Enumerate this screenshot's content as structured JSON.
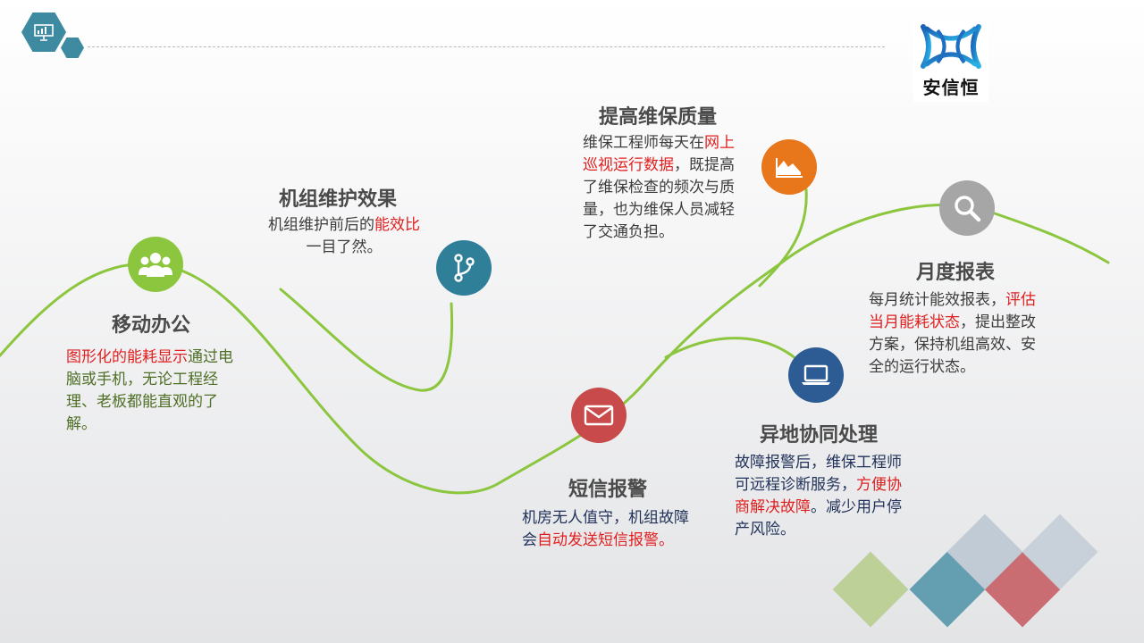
{
  "header": {
    "badge_icon": "presentation-board-icon",
    "accent_color": "#3e8aa0"
  },
  "logo": {
    "name": "安信恒",
    "mark_icon": "interlocking-ribbon-logo",
    "color": "#2a8fd0"
  },
  "features": [
    {
      "id": "mobile-office",
      "title": "移动办公",
      "icon": "users-icon",
      "color": "#8cc63f",
      "desc": [
        {
          "text": "图形化的能耗显示",
          "highlight": true
        },
        {
          "text": "通过电脑或手机，无论工程经理、老板都能直观的了解。",
          "highlight": false
        }
      ]
    },
    {
      "id": "maintenance-effect",
      "title": "机组维护效果",
      "icon": "branch-icon",
      "color": "#2f7f99",
      "desc": [
        {
          "text": "机组维护前后的",
          "highlight": false
        },
        {
          "text": "能效比",
          "highlight": true
        },
        {
          "text": "一目了然。",
          "highlight": false
        }
      ]
    },
    {
      "id": "sms-alarm",
      "title": "短信报警",
      "icon": "envelope-icon",
      "color": "#c84a4a",
      "desc": [
        {
          "text": "机房无人值守，机组故障会",
          "highlight": false
        },
        {
          "text": "自动发送短信报警。",
          "highlight": true
        }
      ]
    },
    {
      "id": "quality",
      "title": "提高维保质量",
      "icon": "area-chart-icon",
      "color": "#e8761a",
      "desc": [
        {
          "text": "维保工程师每天在",
          "highlight": false
        },
        {
          "text": "网上巡视运行数据",
          "highlight": true
        },
        {
          "text": "，既提高了维保检查的频次与质量，也为维保人员减轻了交通负担。",
          "highlight": false
        }
      ]
    },
    {
      "id": "remote",
      "title": "异地协同处理",
      "icon": "laptop-icon",
      "color": "#2c5c93",
      "desc": [
        {
          "text": "故障报警后，维保工程师可远程诊断服务，",
          "highlight": false
        },
        {
          "text": "方便协商解决故障",
          "highlight": true
        },
        {
          "text": "。减少用户停产风险。",
          "highlight": false
        }
      ]
    },
    {
      "id": "monthly-report",
      "title": "月度报表",
      "icon": "search-icon",
      "color": "#a6a6a6",
      "desc": [
        {
          "text": "每月统计能效报表，",
          "highlight": false
        },
        {
          "text": "评估当月能耗状态",
          "highlight": true
        },
        {
          "text": "，提出整改方案，保持机组高效、安全的运行状态。",
          "highlight": false
        }
      ]
    }
  ],
  "decor": {
    "diamond_colors": [
      "#b9cf94",
      "#5c9aae",
      "#c8666c",
      "#b8c6d2",
      "#c2ccd6"
    ]
  }
}
